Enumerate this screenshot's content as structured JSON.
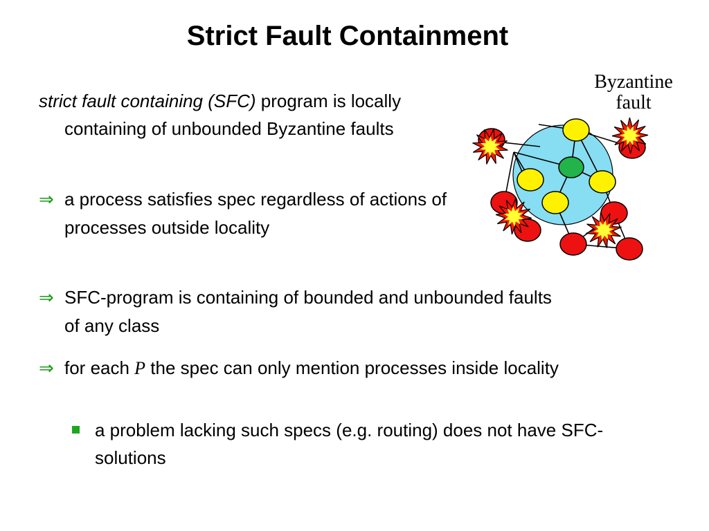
{
  "slide": {
    "title": "Strict Fault Containment",
    "intro": {
      "term": "strict fault containing (SFC)",
      "rest": " program is locally containing of unbounded Byzantine faults"
    },
    "bullets": [
      {
        "text": "a process satisfies spec regardless of actions of processes outside locality"
      },
      {
        "text": "SFC-program is containing of bounded and unbounded faults of any class"
      },
      {
        "pre": "for each ",
        "var": "P",
        "post": " the spec can only mention processes inside locality"
      }
    ],
    "sub_bullet": "a problem lacking such specs (e.g. routing) does not have SFC-solutions",
    "diagram": {
      "caption_line1": "Byzantine",
      "caption_line2": "fault"
    }
  },
  "colors": {
    "arrow": "#1a9a1a",
    "sub_bullet": "#1ea61e",
    "locality": "#87ddf2",
    "process_inside": "#fff200",
    "process_center": "#22b34a",
    "process_outside": "#ee1111",
    "burst": "#ff1a00",
    "burst_core": "#ffff33"
  }
}
